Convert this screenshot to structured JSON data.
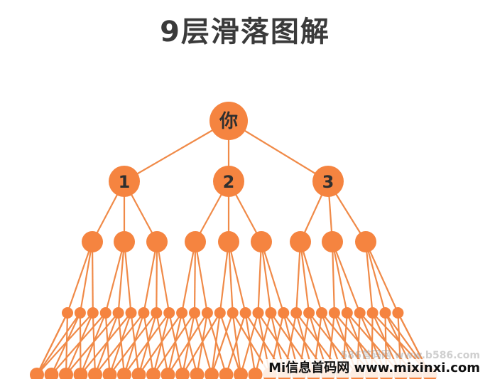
{
  "title": "9层滑落图解",
  "tree": {
    "root_label": "你",
    "level1_labels": [
      "1",
      "2",
      "3"
    ],
    "level2_children_per_node": 3,
    "level3_children_per_node": 3,
    "colors": {
      "node": "#f58440",
      "edge": "#f08a48",
      "text": "#2f2f2f"
    }
  },
  "watermark": {
    "main": "Mi信息首码网 www.mixinxi.com",
    "ghost": "586首码网 www.b586.com"
  }
}
